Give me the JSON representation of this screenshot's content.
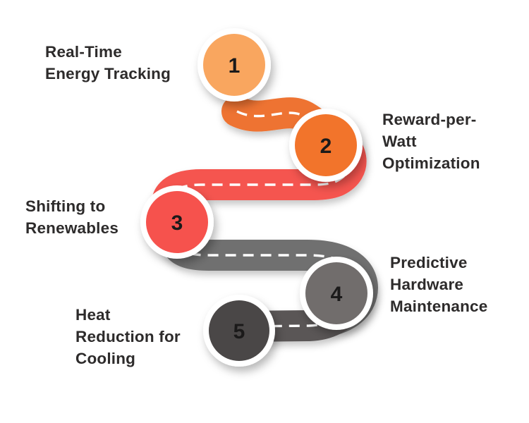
{
  "canvas": {
    "background": "#ffffff",
    "text_color": "#2d2b2b",
    "number_color": "#1b1a1a",
    "ring_color": "#ffffff",
    "dash_color": "#ffffff"
  },
  "steps": [
    {
      "number": "1",
      "circle_color": "#F9A65F",
      "label_lines": [
        "Real-Time",
        "Energy Tracking"
      ]
    },
    {
      "number": "2",
      "circle_color": "#F2742B",
      "label_lines": [
        "Reward-per-",
        "Watt",
        "Optimization"
      ]
    },
    {
      "number": "3",
      "circle_color": "#F6524D",
      "label_lines": [
        "Shifting to",
        "Renewables"
      ]
    },
    {
      "number": "4",
      "circle_color": "#716D6C",
      "label_lines": [
        "Predictive",
        "Hardware",
        "Maintenance"
      ]
    },
    {
      "number": "5",
      "circle_color": "#4A4747",
      "label_lines": [
        "Heat",
        "Reduction for",
        "Cooling"
      ]
    }
  ],
  "roads": [
    {
      "name": "road-1-2",
      "color": "#EE7330"
    },
    {
      "name": "road-2-3",
      "color": "#F5544F"
    },
    {
      "name": "road-3-4",
      "color": "#707070"
    },
    {
      "name": "road-4-5",
      "color": "#5A5656"
    }
  ]
}
